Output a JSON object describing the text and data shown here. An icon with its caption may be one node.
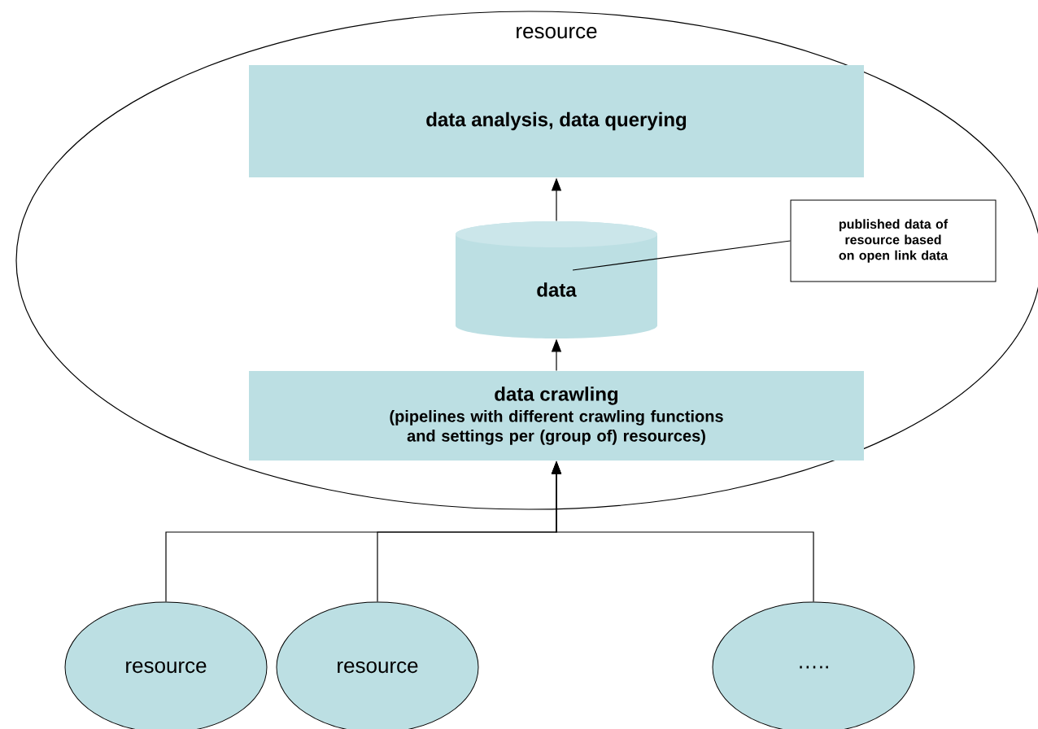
{
  "diagram": {
    "nodes": [
      {
        "text": [
          "resource"
        ]
      },
      {
        "text": [
          "data analysis, data querying"
        ],
        "in": 0
      },
      {
        "text": [
          "data"
        ],
        "in": 0
      },
      {
        "text": [
          "published data of resource based on open link data"
        ],
        "in": 0
      },
      {
        "text": [
          "data crawling",
          "(pipelines with different crawling functions and settings per (group of) resources)"
        ],
        "in": 0
      },
      {
        "text": [
          "resource"
        ]
      },
      {
        "text": [
          "resource"
        ]
      },
      {
        "text": [
          "….."
        ]
      }
    ],
    "edges": [
      {
        "from": 2,
        "to": 1,
        "arrow": "to"
      },
      {
        "from": 4,
        "to": 2,
        "arrow": "to"
      },
      {
        "from": 3,
        "to": 2,
        "arrow": "none"
      },
      {
        "from": 5,
        "to": 4,
        "arrow": "to"
      },
      {
        "from": 6,
        "to": 4,
        "arrow": "to"
      },
      {
        "from": 7,
        "to": 4,
        "arrow": "to"
      }
    ]
  }
}
